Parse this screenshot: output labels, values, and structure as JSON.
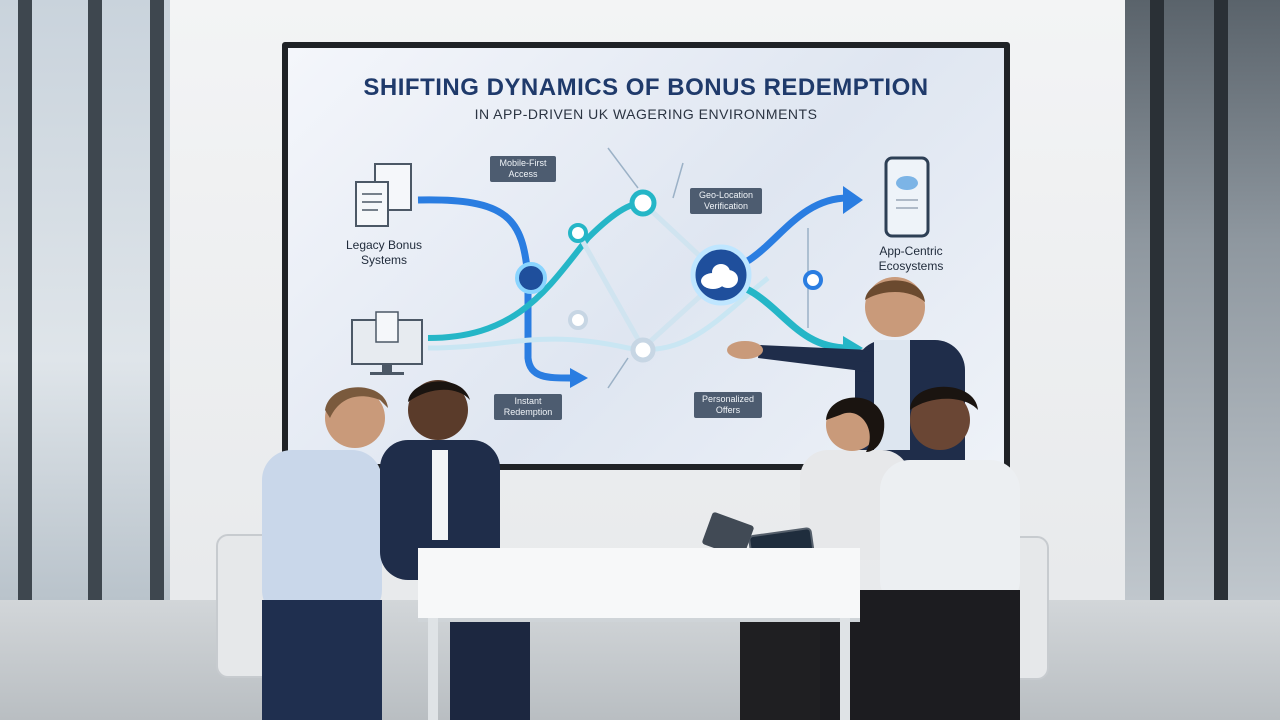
{
  "slide": {
    "title": "SHIFTING DYNAMICS OF BONUS REDEMPTION",
    "subtitle": "IN APP-DRIVEN UK WAGERING ENVIRONMENTS",
    "labels": {
      "legacy": "Legacy Bonus Systems",
      "app_centric": "App-Centric Ecosystems"
    },
    "tags": {
      "mobile_first": "Mobile-First Access",
      "geo_location": "Geo-Location Verification",
      "instant_redemption": "Instant Redemption",
      "personalized_offers": "Personalized Offers"
    }
  },
  "icons": {
    "cloud": "cloud-icon",
    "phone": "smartphone-icon",
    "documents": "document-stack-icon",
    "monitor": "desktop-monitor-icon"
  },
  "colors": {
    "title": "#1f3a6b",
    "flow_blue": "#2a7de1",
    "flow_teal": "#25b6c7",
    "tag_bg": "#4d5c70"
  }
}
